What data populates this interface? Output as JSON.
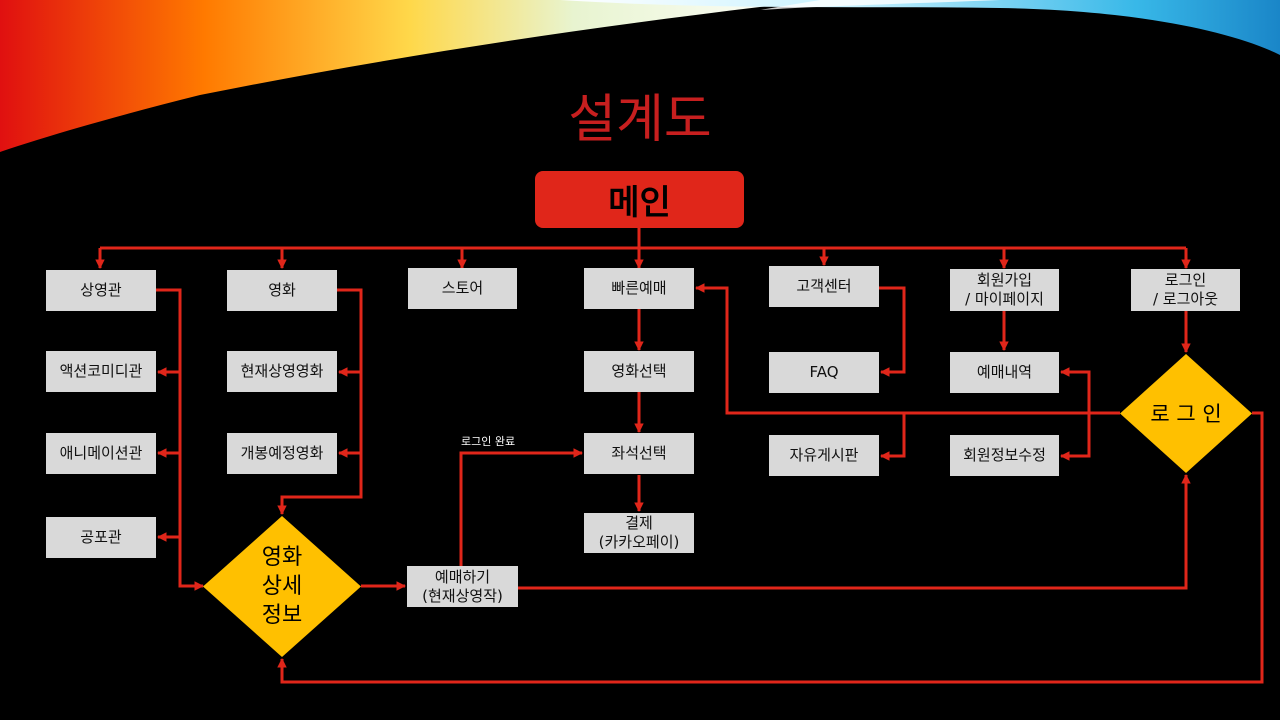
{
  "slide": {
    "title": "설계도"
  },
  "colors": {
    "connector": "#e0261a",
    "main_fill": "#e0261a",
    "box_fill": "#d9d9d9",
    "decision_fill": "#ffc000",
    "title_color": "#c71f1f",
    "background": "#000000"
  },
  "nodes": {
    "main": "메인",
    "theater": "상영관",
    "action_comedy_theater": "액션코미디관",
    "animation_theater": "애니메이션관",
    "horror_theater": "공포관",
    "movie": "영화",
    "now_showing": "현재상영영화",
    "coming_soon": "개봉예정영화",
    "store": "스토어",
    "quick_booking": "빠른예매",
    "movie_select": "영화선택",
    "seat_select": "좌석선택",
    "payment": {
      "line1": "결제",
      "line2": "(카카오페이)"
    },
    "customer_center": "고객센터",
    "faq": "FAQ",
    "free_board": "자유게시판",
    "signup_mypage": {
      "line1": "회원가입",
      "line2": "/ 마이페이지"
    },
    "booking_history": "예매내역",
    "edit_member_info": "회원정보수정",
    "login_logout": {
      "line1": "로그인",
      "line2": "/ 로그아웃"
    },
    "book_now": {
      "line1": "예매하기",
      "line2": "(현재상영작)"
    }
  },
  "decisions": {
    "movie_detail": {
      "line1": "영화",
      "line2": "상세",
      "line3": "정보"
    },
    "login": "로 그 인"
  },
  "edge_labels": {
    "login_complete": "로그인 완료"
  }
}
